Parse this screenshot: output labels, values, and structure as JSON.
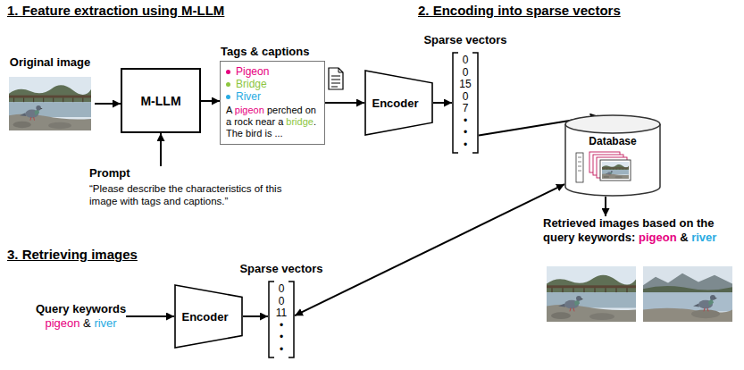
{
  "diagram": {
    "nodes": [
      {
        "text": [
          "Original image"
        ]
      },
      {
        "text": [
          "M-LLM"
        ]
      },
      {
        "text": [
          "Prompt",
          "“Please describe the characteristics of this image with tags and captions.”"
        ]
      },
      {
        "text": [
          "Tags & captions",
          "Pigeon",
          "Bridge",
          "River",
          "A pigeon perched on a rock near a bridge. The bird is ..."
        ]
      },
      {
        "text": [
          "Encoder"
        ]
      },
      {
        "text": [
          "Sparse vectors",
          "0",
          "0",
          "15",
          "0",
          "7",
          "•",
          "•",
          "•"
        ]
      },
      {
        "text": [
          "Database"
        ]
      },
      {
        "text": [
          "Retrieved images based on the query keywords: pigeon & river"
        ]
      },
      {
        "text": [
          "Query keywords",
          "pigeon & river"
        ]
      },
      {
        "text": [
          "Encoder"
        ]
      },
      {
        "text": [
          "Sparse vectors",
          "0",
          "0",
          "11",
          "•",
          "•",
          "•"
        ]
      }
    ],
    "edges": [
      {
        "from": 0,
        "to": 1,
        "arrow": "to"
      },
      {
        "from": 2,
        "to": 1,
        "arrow": "to"
      },
      {
        "from": 1,
        "to": 3,
        "arrow": "to"
      },
      {
        "from": 3,
        "to": 4,
        "arrow": "to"
      },
      {
        "from": 4,
        "to": 5,
        "arrow": "to"
      },
      {
        "from": 5,
        "to": 6,
        "arrow": "to"
      },
      {
        "from": 6,
        "to": 7,
        "arrow": "to"
      },
      {
        "from": 8,
        "to": 9,
        "arrow": "to"
      },
      {
        "from": 9,
        "to": 10,
        "arrow": "to"
      },
      {
        "from": 10,
        "to": 6,
        "arrow": "both"
      }
    ],
    "labels": [
      "1. Feature extraction using M-LLM",
      "2. Encoding into sparse vectors",
      "3. Retrieving images"
    ]
  }
}
